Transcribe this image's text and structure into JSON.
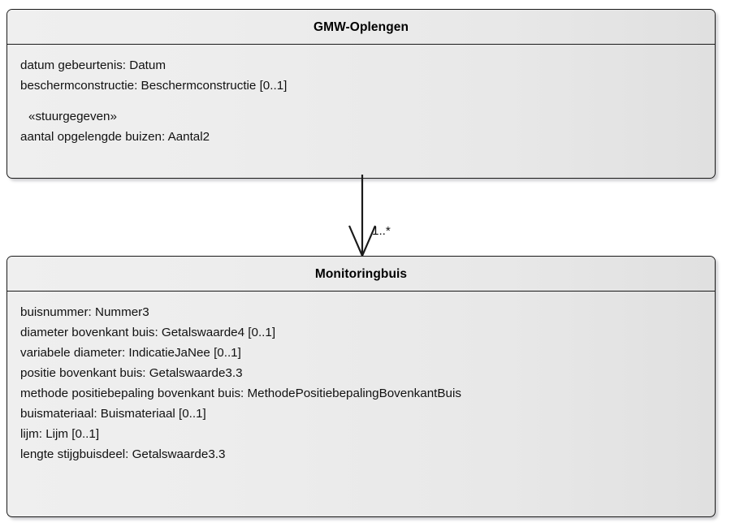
{
  "diagram": {
    "type": "uml-class-diagram",
    "classes": [
      {
        "id": "gmw-oplengen",
        "name": "GMW-Oplengen",
        "attributes": [
          {
            "text": "datum gebeurtenis: Datum",
            "stereotype": false
          },
          {
            "text": "beschermconstructie: Beschermconstructie [0..1]",
            "stereotype": false
          },
          {
            "text": "«stuurgegeven»",
            "stereotype": true
          },
          {
            "text": "aantal opgelengde buizen: Aantal2",
            "stereotype": false
          }
        ]
      },
      {
        "id": "monitoringbuis",
        "name": "Monitoringbuis",
        "attributes": [
          {
            "text": "buisnummer: Nummer3",
            "stereotype": false
          },
          {
            "text": "diameter bovenkant buis: Getalswaarde4 [0..1]",
            "stereotype": false
          },
          {
            "text": "variabele diameter: IndicatieJaNee [0..1]",
            "stereotype": false
          },
          {
            "text": "positie bovenkant buis: Getalswaarde3.3",
            "stereotype": false
          },
          {
            "text": "methode positiebepaling bovenkant buis: MethodePositiebepalingBovenkantBuis",
            "stereotype": false
          },
          {
            "text": "buismateriaal: Buismateriaal [0..1]",
            "stereotype": false
          },
          {
            "text": "lijm: Lijm [0..1]",
            "stereotype": false
          },
          {
            "text": "lengte stijgbuisdeel: Getalswaarde3.3",
            "stereotype": false
          }
        ]
      }
    ],
    "associations": [
      {
        "id": "gmw-oplengen-to-monitoringbuis",
        "from": "gmw-oplengen",
        "to": "monitoringbuis",
        "arrowhead": "open",
        "target_multiplicity": "1..*"
      }
    ],
    "colors": {
      "line": "#1a1a1a",
      "text": "#111111",
      "fill_start": "#efefef",
      "fill_end": "#e0e0e0",
      "background": "#ffffff"
    }
  }
}
